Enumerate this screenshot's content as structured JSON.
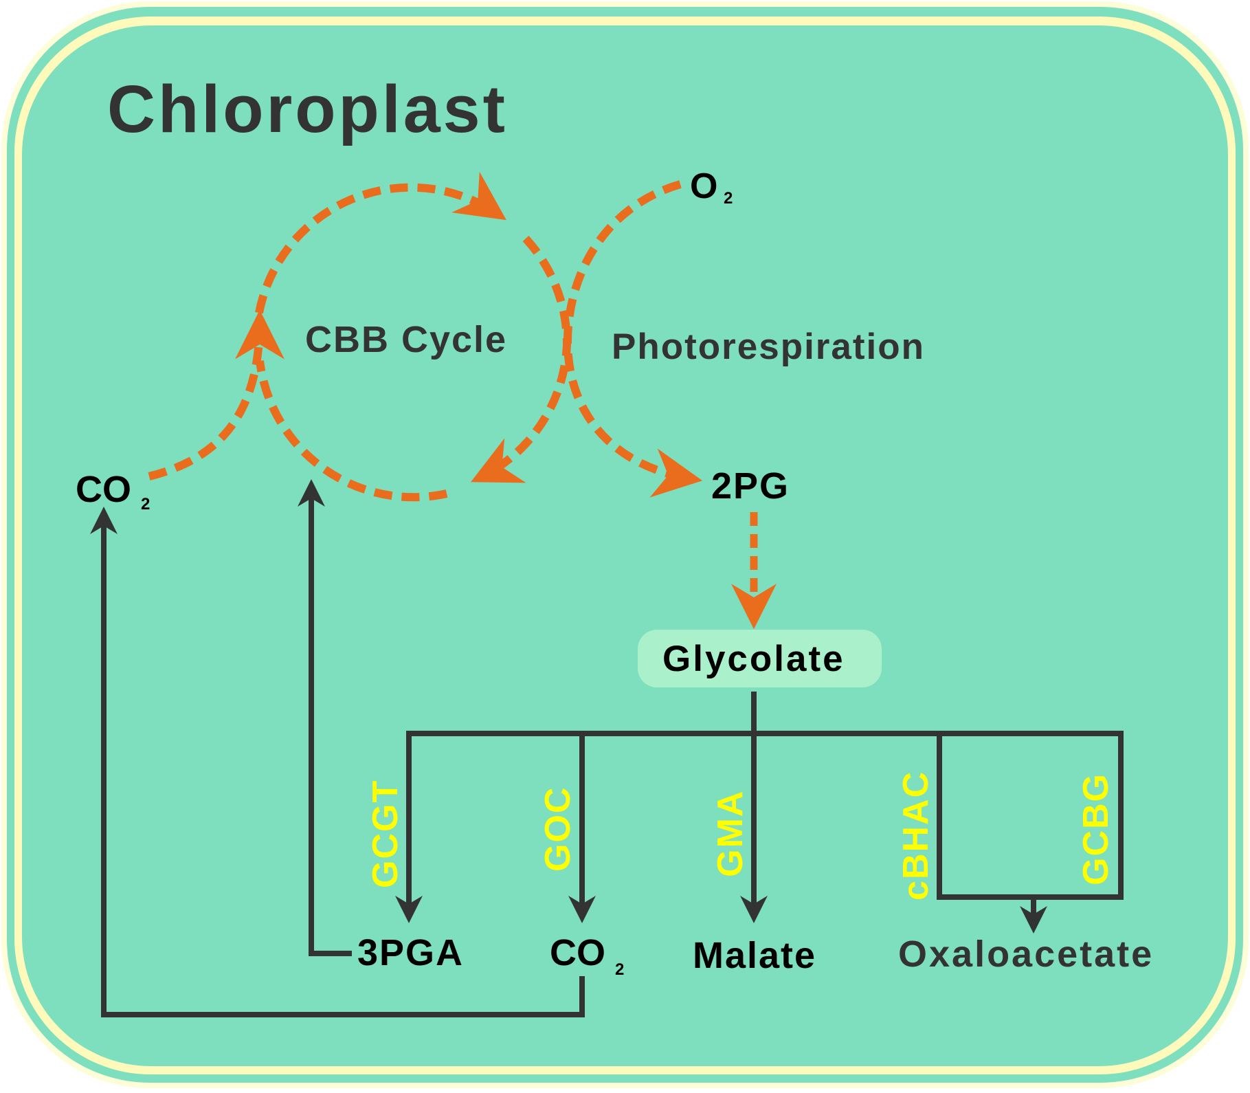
{
  "title": "Chloroplast",
  "colors": {
    "background": "#7ddfbe",
    "border_yellow": "#fefabc",
    "border_teal": "#7ddfbe",
    "outer_glow": "#fdfdd8",
    "dashed_orange": "#ea6d1e",
    "line_dark": "#333333",
    "enzyme_yellow": "#ffff00",
    "glycolate_box": "#aaf0cb",
    "text_dark": "#333333",
    "text_black": "#000000"
  },
  "cycles": {
    "cbb": "CBB Cycle",
    "photorespiration": "Photorespiration"
  },
  "metabolites": {
    "o2": {
      "main": "O",
      "sub": "2"
    },
    "co2_left": {
      "main": "CO",
      "sub": "2"
    },
    "pg2": "2PG",
    "glycolate": "Glycolate",
    "pga3": "3PGA",
    "co2_bottom": {
      "main": "CO",
      "sub": "2"
    },
    "malate": "Malate",
    "oxaloacetate": "Oxaloacetate"
  },
  "enzymes": {
    "gcgt": "GCGT",
    "goc": "GOC",
    "gma": "GMA",
    "cbhac": "cBHAC",
    "gcbg": "GCBG"
  }
}
